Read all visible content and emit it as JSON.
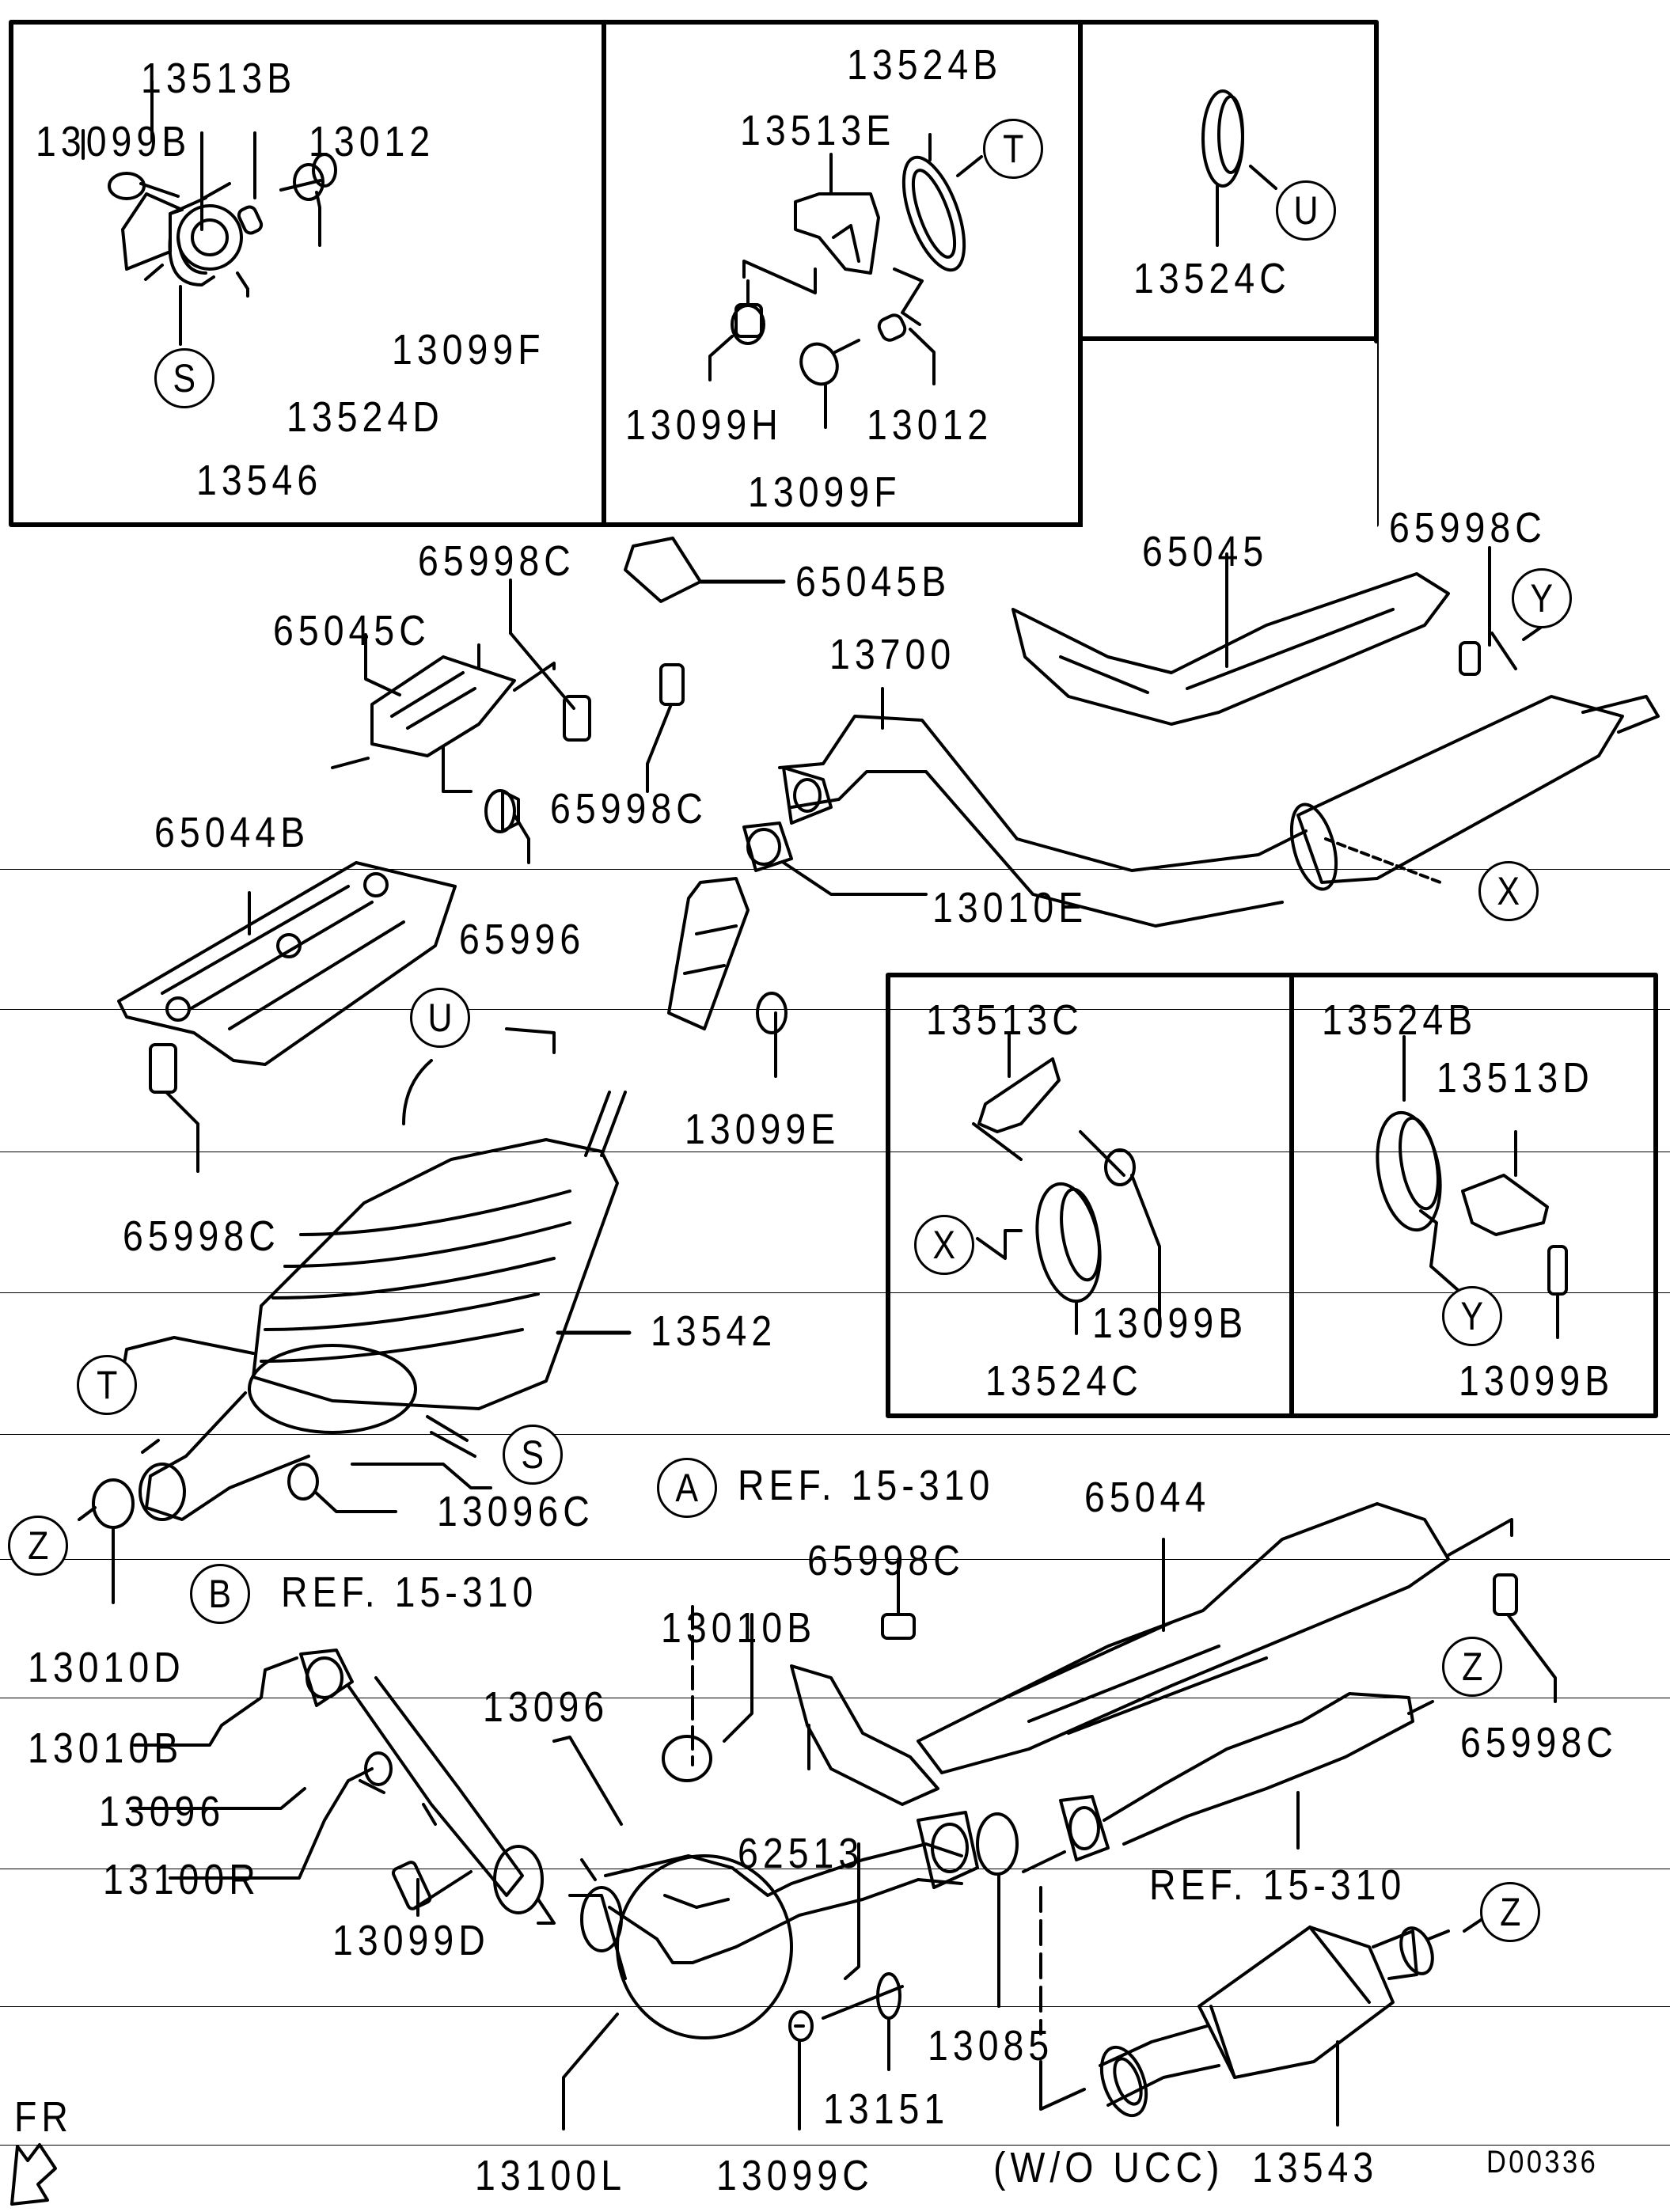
{
  "diagram": {
    "title": "Exhaust system parts diagram",
    "figure_code": "D00336",
    "orientation_marker": "FR",
    "colors": {
      "line": "#000000",
      "background": "#ffffff"
    }
  },
  "insets": {
    "inset_s": {
      "callout": "S",
      "parts": [
        "13513B",
        "13099B",
        "13012",
        "13099F",
        "13524D",
        "13546"
      ]
    },
    "inset_t": {
      "callout": "T",
      "parts": [
        "13524B",
        "13513E",
        "13099H",
        "13012",
        "13099F"
      ]
    },
    "inset_u": {
      "callout": "U",
      "parts": [
        "13524C"
      ]
    },
    "inset_x": {
      "callout": "X",
      "parts": [
        "13513C",
        "13099B",
        "13524C"
      ]
    },
    "inset_y": {
      "callout": "Y",
      "parts": [
        "13524B",
        "13513D",
        "13099B"
      ]
    }
  },
  "callouts": {
    "S": "S",
    "T": "T",
    "U": "U",
    "X": "X",
    "Y": "Y",
    "Z": "Z",
    "A": "A",
    "B": "B"
  },
  "references": {
    "ref_a": "REF. 15-310",
    "ref_b": "REF. 15-310",
    "ref_c": "REF. 15-310",
    "note_wo_ucc": "(W/O  UCC)"
  },
  "main_parts": {
    "p65998C_a": "65998C",
    "p65045B": "65045B",
    "p65045C": "65045C",
    "p65998C_b": "65998C",
    "p13700": "13700",
    "p65045": "65045",
    "p65998C_c": "65998C",
    "p65044B": "65044B",
    "p65996": "65996",
    "p13010E": "13010E",
    "p13099E": "13099E",
    "p65998C_d": "65998C",
    "p13542": "13542",
    "p13096C": "13096C",
    "p13010D": "13010D",
    "p65044": "65044",
    "p65998C_e": "65998C",
    "p13010B_a": "13010B",
    "p65998C_f": "65998C",
    "p13010B_b": "13010B",
    "p13096_a": "13096",
    "p13096_b": "13096",
    "p62513": "62513",
    "p13100R": "13100R",
    "p13099D": "13099D",
    "p13085": "13085",
    "p13151": "13151",
    "p13100L": "13100L",
    "p13099C": "13099C",
    "p13543": "13543"
  }
}
